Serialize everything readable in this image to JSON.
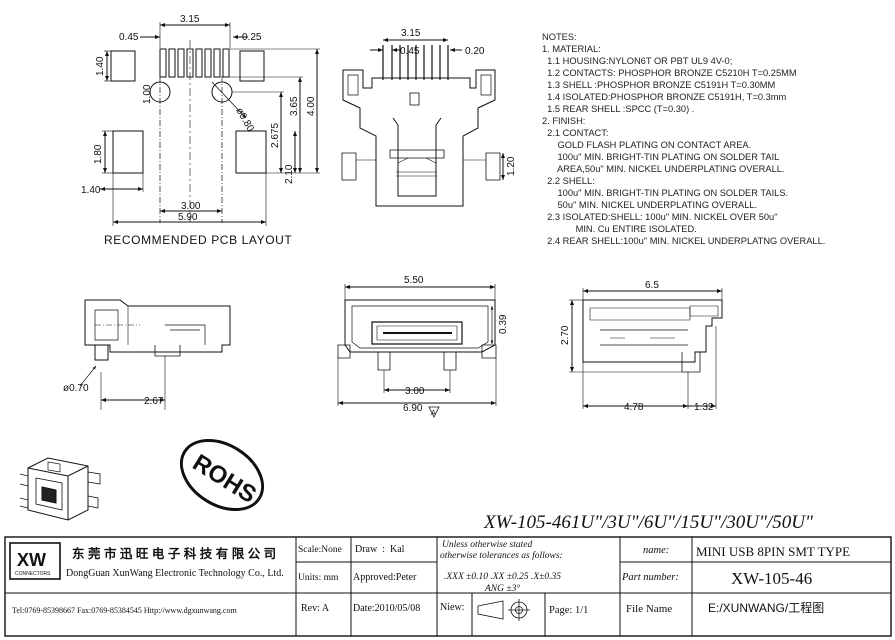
{
  "pcb": {
    "dims_top": [
      "3.15",
      "0.45",
      "0.25"
    ],
    "dim_pad_h": "1.40",
    "dim_1_00": "1.00",
    "dim_phi": "ø0.80",
    "dim_2675": "2.675",
    "dim_365": "3.65",
    "dim_400": "4.00",
    "dim_180": "1.80",
    "dim_210": "2.10",
    "dim_140_bottom": "1.40",
    "dim_300": "3.00",
    "dim_590": "5.90",
    "caption": "RECOMMENDED PCB LAYOUT"
  },
  "front": {
    "dims": [
      "3.15",
      "0.45",
      "0.20"
    ],
    "dim_120": "1.20"
  },
  "notes": {
    "lines": [
      "NOTES:",
      "1. MATERIAL:",
      "  1.1 HOUSING:NYLON6T OR PBT UL9 4V-0;",
      "  1.2 CONTACTS: PHOSPHOR BRONZE C5210H T=0.25MM",
      "  1.3 SHELL :PHOSPHOR BRONZE C5191H T=0.30MM",
      "  1.4 ISOLATED:PHOSPHOR BRONZE C5191H, T=0.3mm",
      "  1.5 REAR SHELL :SPCC (T=0.30) .",
      "2. FINISH:",
      "  2.1 CONTACT:",
      "      GOLD FLASH PLATING ON CONTACT AREA.",
      "      100u\" MIN. BRIGHT-TIN PLATING ON SOLDER TAIL",
      "      AREA,50u\" MIN. NICKEL UNDERPLATING OVERALL.",
      "  2.2 SHELL:",
      "      100u\" MIN. BRIGHT-TIN PLATING ON SOLDER TAILS.",
      "      50u\" MIN. NICKEL UNDERPLATING OVERALL.",
      "  2.3 ISOLATED:SHELL: 100u\" MIN. NICKEL OVER 50u\"",
      "             MIN. Cu ENTIRE ISOLATED.",
      "  2.4 REAR SHELL:100u\" MIN. NICKEL UNDERPLATNG OVERALL."
    ]
  },
  "side": {
    "dim_070": "ø0.70",
    "dim_267": "2.67"
  },
  "end": {
    "dim_550": "5.50",
    "dim_039": "0.39",
    "dim_300": "3.00",
    "dim_690": "6.90",
    "rev_mark": "A"
  },
  "right": {
    "dim_65": "6.5",
    "dim_270": "2.70",
    "dim_478": "4.78",
    "dim_132": "1.32"
  },
  "rohs": "ROHS",
  "title_block": {
    "part_title": "XW-105-461U\"/3U\"/6U\"/15U\"/30U\"/50U\"",
    "logo": "XW",
    "logo_sub": "CONNECTORS",
    "company_cn": "东 莞 市 迅 旺 电 子 科 技 有 限 公 司",
    "company_en": "DongGuan XunWang Electronic Technology Co., Ltd.",
    "contact": "Tel:0769-85398667 Fax:0769-85384545 Http://www.dgxunwang.com",
    "scale": "Scale:None",
    "units": "Units: mm",
    "rev": "Rev: A",
    "draw": "Draw  :  Kal",
    "approved": "Approved:Peter",
    "date": "Date:2010/05/08",
    "tol_1": "Unless otherwise stated",
    "tol_2": "otherwise tolerances as follows:",
    "tol_3": ".XXX ±0.10 .XX ±0.25 .X±0.35",
    "tol_4": "ANG ±3°",
    "view": "Niew:",
    "page": "Page: 1/1",
    "name_label": "name:",
    "name_value": "MINI USB 8PIN SMT TYPE",
    "part_label": "Part number:",
    "part_value": "XW-105-46",
    "file_label": "File Name",
    "file_value": "E:/XUNWANG/工程图"
  }
}
